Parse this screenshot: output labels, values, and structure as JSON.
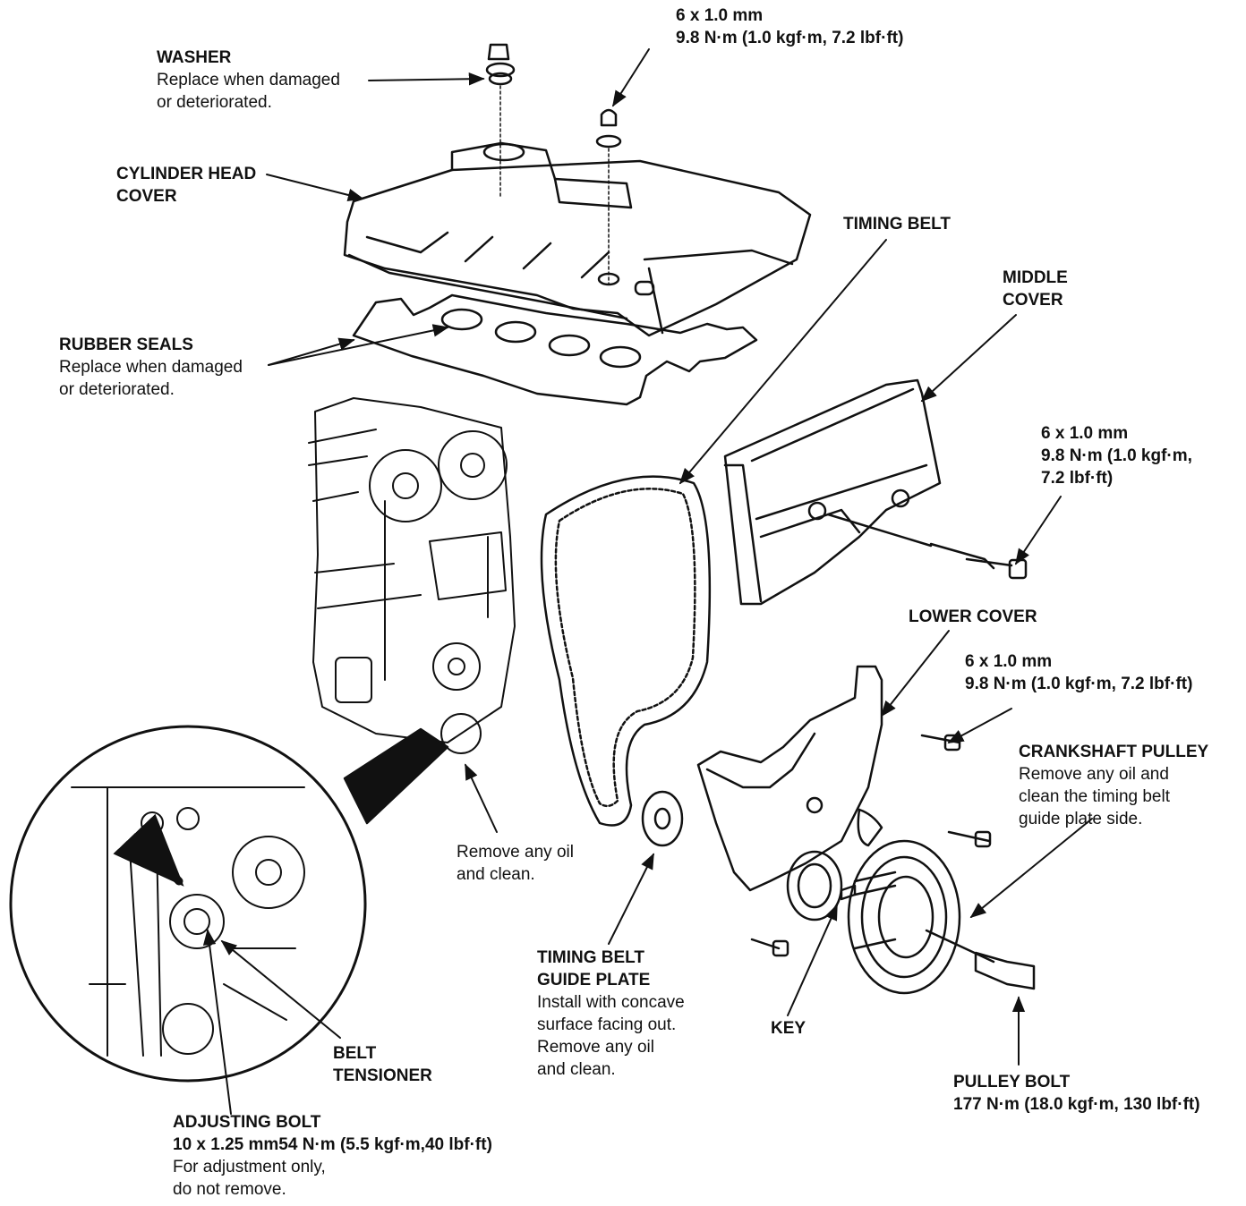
{
  "labels": {
    "bolt_top": {
      "lines": [
        "6 x 1.0 mm",
        "9.8 N·m (1.0 kgf·m, 7.2 lbf·ft)"
      ]
    },
    "washer": {
      "title": "WASHER",
      "notes": [
        "Replace when damaged",
        "or deteriorated."
      ]
    },
    "cylinder_head_cover": {
      "lines": [
        "CYLINDER HEAD",
        "COVER"
      ]
    },
    "timing_belt": {
      "title": "TIMING BELT"
    },
    "middle_cover": {
      "lines": [
        "MIDDLE",
        "COVER"
      ]
    },
    "rubber_seals": {
      "title": "RUBBER SEALS",
      "notes": [
        "Replace when damaged",
        "or deteriorated."
      ]
    },
    "bolt_middle": {
      "lines": [
        "6 x 1.0 mm",
        "9.8 N·m (1.0 kgf·m,",
        "7.2 lbf·ft)"
      ]
    },
    "lower_cover": {
      "title": "LOWER COVER"
    },
    "bolt_lower": {
      "lines": [
        "6 x 1.0 mm",
        "9.8 N·m (1.0 kgf·m, 7.2 lbf·ft)"
      ]
    },
    "crankshaft_pulley": {
      "title": "CRANKSHAFT PULLEY",
      "notes": [
        "Remove any oil and",
        "clean the timing belt",
        "guide plate side."
      ]
    },
    "oil_note": {
      "notes": [
        "Remove any oil",
        "and clean."
      ]
    },
    "guide_plate": {
      "lines": [
        "TIMING BELT",
        "GUIDE PLATE"
      ],
      "notes": [
        "Install with concave",
        "surface facing out.",
        "Remove any oil",
        "and clean."
      ]
    },
    "key": {
      "title": "KEY"
    },
    "belt_tensioner": {
      "lines": [
        "BELT",
        "TENSIONER"
      ]
    },
    "pulley_bolt": {
      "title": "PULLEY BOLT",
      "spec": "177 N·m (18.0 kgf·m, 130 lbf·ft)"
    },
    "adjusting_bolt": {
      "title": "ADJUSTING BOLT",
      "spec": "10 x 1.25 mm54 N·m (5.5 kgf·m,40 lbf·ft)",
      "notes": [
        "For adjustment only,",
        "do not remove."
      ]
    }
  }
}
